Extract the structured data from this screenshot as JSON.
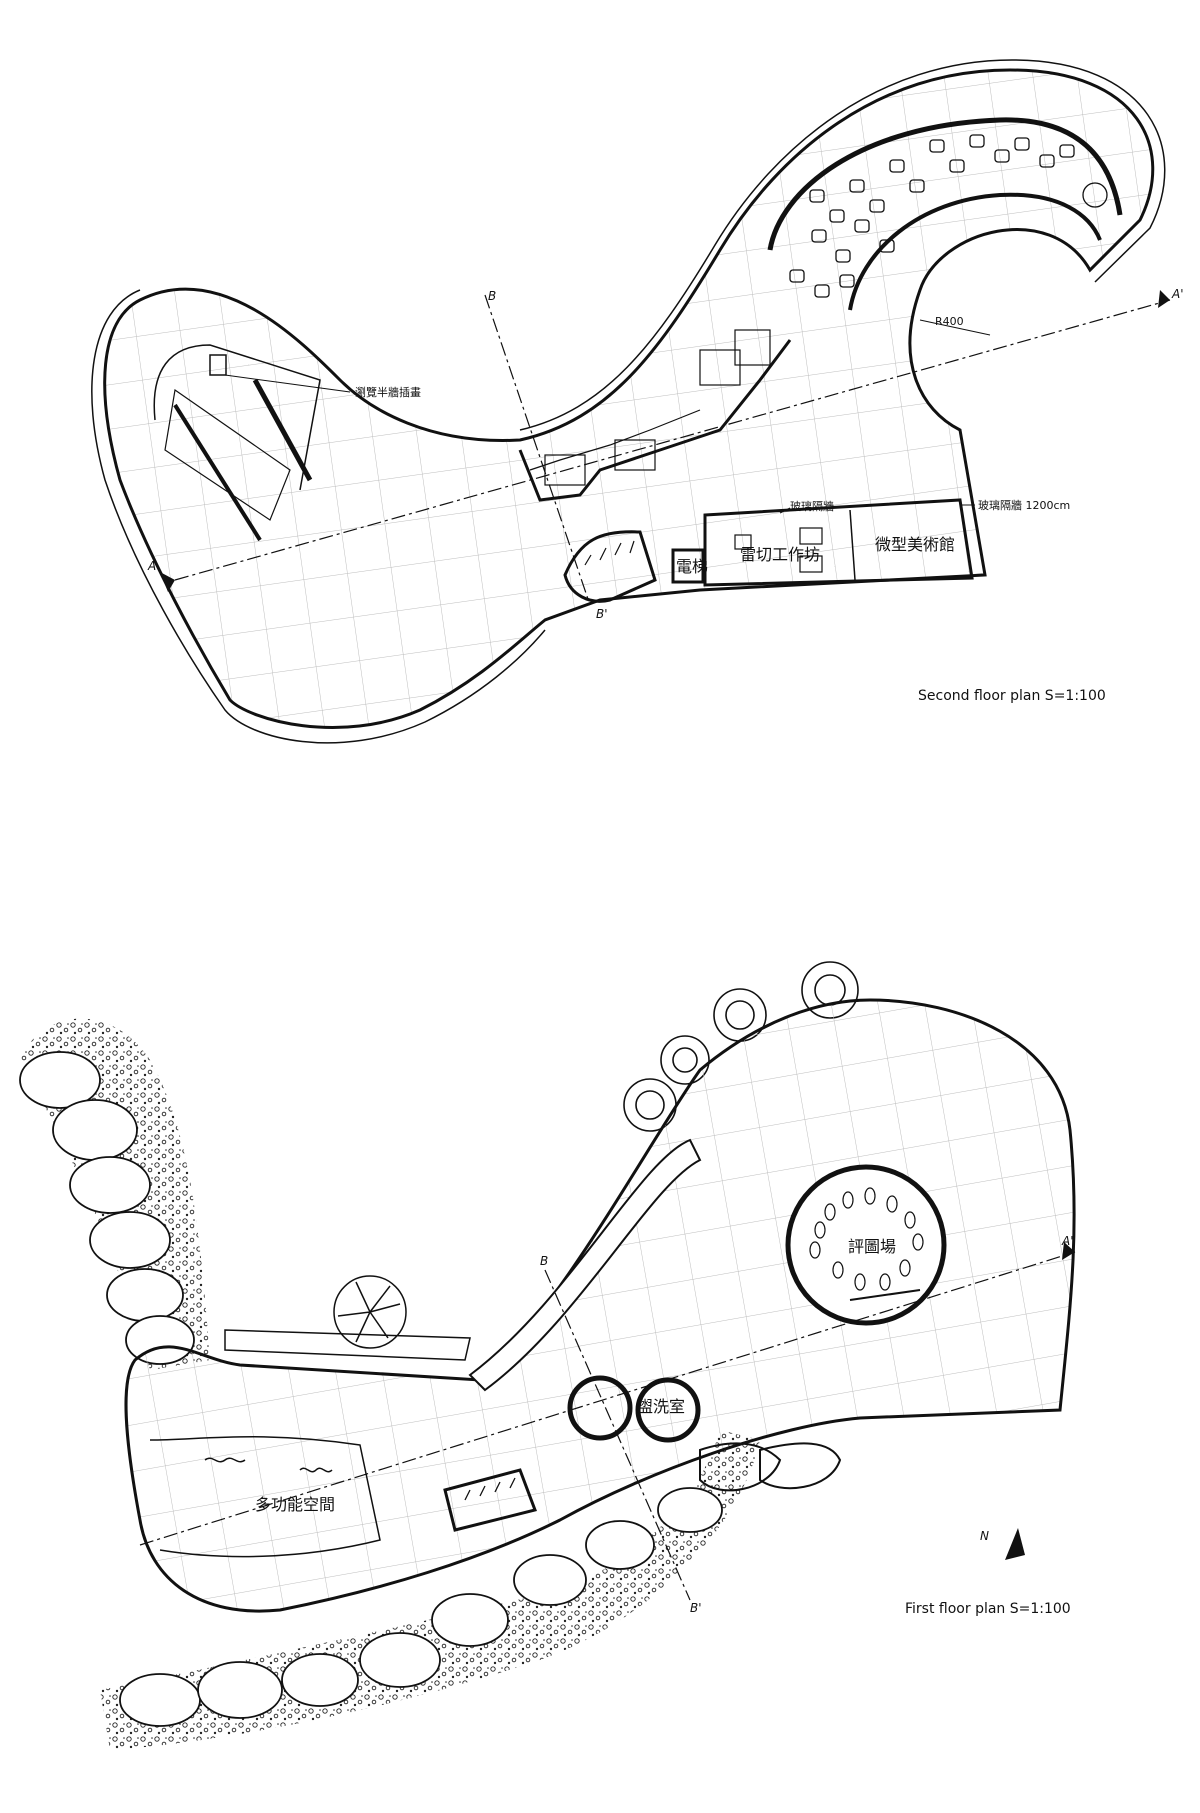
{
  "second_floor": {
    "caption": "Second floor plan S=1:100",
    "labels": {
      "workshop": "雷切工作坊",
      "model_gallery": "微型美術館",
      "elevator": "電梯",
      "radius": "R400",
      "note_partition": "玻璃隔牆",
      "note_wall": "玻璃隔牆 1200cm",
      "note_mural": "瀏覽半牆插畫"
    },
    "section_marks": {
      "a": "A",
      "a_prime": "A'",
      "b": "B",
      "b_prime": "B'"
    }
  },
  "first_floor": {
    "caption": "First floor plan S=1:100",
    "labels": {
      "multipurpose": "多功能空間",
      "theater": "評圖場",
      "restroom": "盥洗室"
    },
    "section_marks": {
      "a_prime": "A'",
      "b": "B",
      "b_prime": "B'"
    },
    "north": "N"
  },
  "colors": {
    "ink": "#111111",
    "paper": "#ffffff",
    "grid": "#bdbdbd"
  }
}
